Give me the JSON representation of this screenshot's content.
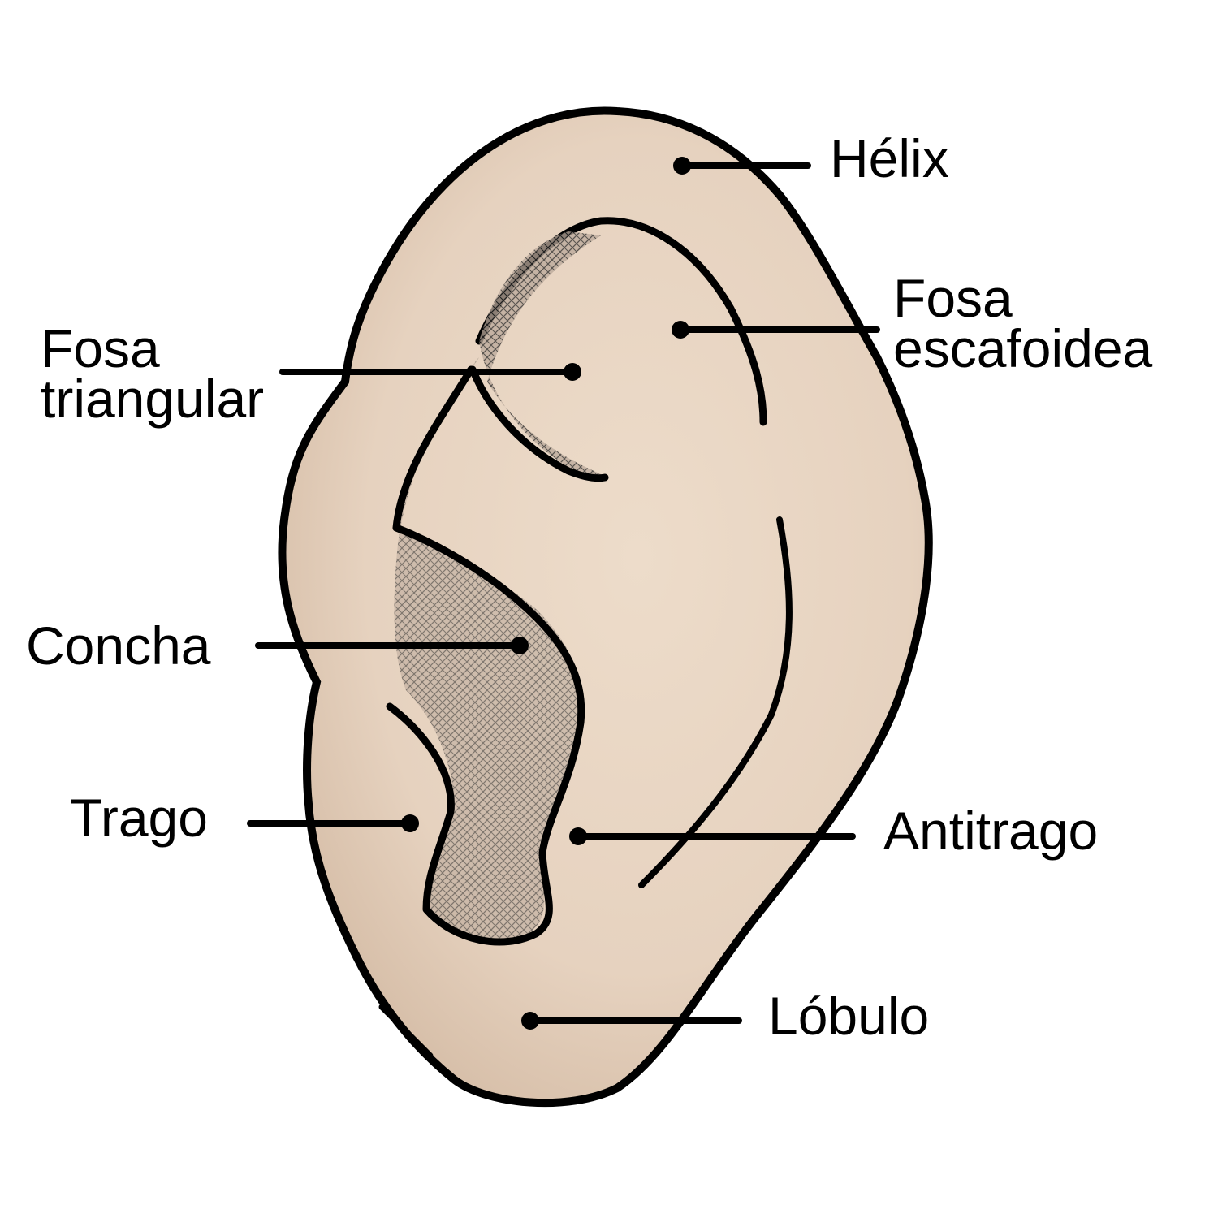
{
  "labels": {
    "helix": "Hélix",
    "fosa_escafoidea_1": "Fosa",
    "fosa_escafoidea_2": "escafoidea",
    "fosa_triangular_1": "Fosa",
    "fosa_triangular_2": "triangular",
    "concha": "Concha",
    "trago": "Trago",
    "antitrago": "Antitrago",
    "lobulo": "Lóbulo"
  },
  "colors": {
    "skin": "#ead7c6",
    "skin_shadow": "#d3bba6",
    "outline": "#000000",
    "background": "#ffffff"
  }
}
